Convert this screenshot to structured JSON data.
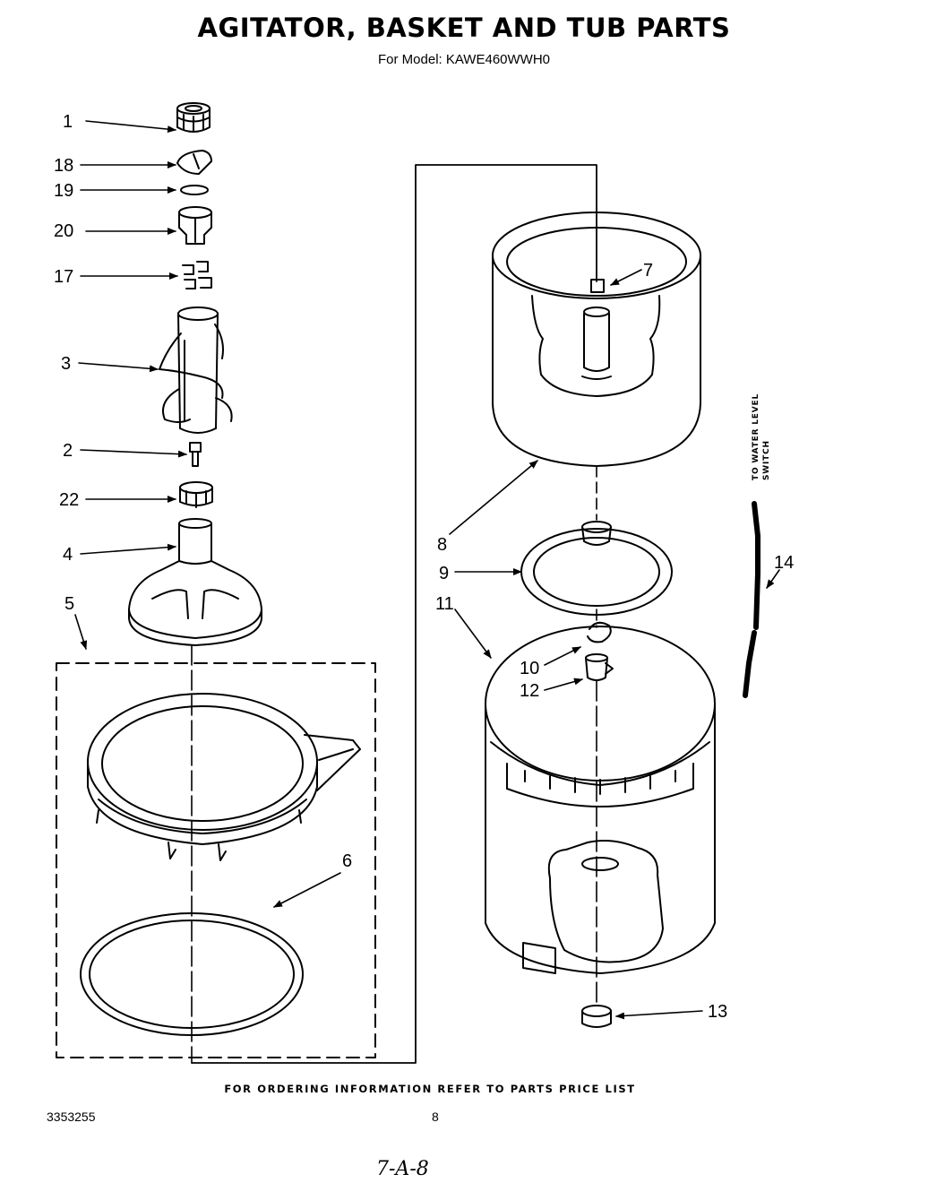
{
  "header": {
    "title": "AGITATOR, BASKET AND TUB PARTS",
    "subtitle": "For Model: KAWE460WWH0"
  },
  "callouts": [
    "1",
    "18",
    "19",
    "20",
    "17",
    "3",
    "2",
    "22",
    "4",
    "5",
    "6",
    "7",
    "8",
    "9",
    "11",
    "10",
    "12",
    "13",
    "14"
  ],
  "side_note": {
    "line1": "TO WATER LEVEL",
    "line2": "SWITCH"
  },
  "footer": {
    "ordering_note": "FOR ORDERING INFORMATION REFER TO PARTS PRICE LIST",
    "doc_number": "3353255",
    "page_number": "8",
    "handwritten": "7-A-8"
  }
}
